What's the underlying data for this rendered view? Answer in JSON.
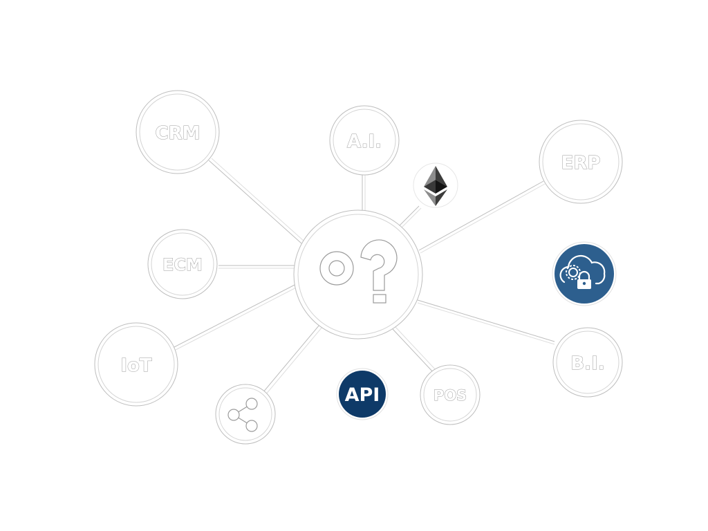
{
  "hub": {
    "logo": "op-logo-icon"
  },
  "nodes": {
    "crm": {
      "label": "CRM"
    },
    "ai": {
      "label": "A.I."
    },
    "erp": {
      "label": "ERP"
    },
    "ecm": {
      "label": "ECM"
    },
    "iot": {
      "label": "IoT"
    },
    "bi": {
      "label": "B.I."
    },
    "pos": {
      "label": "POS"
    },
    "share": {
      "icon": "share-icon"
    }
  },
  "badges": {
    "ethereum": {
      "icon": "ethereum-icon"
    },
    "cloud_security": {
      "icon": "cloud-gear-lock-icon",
      "color": "#2d5f8e"
    },
    "api": {
      "label": "API",
      "color": "#0e3a68"
    }
  }
}
